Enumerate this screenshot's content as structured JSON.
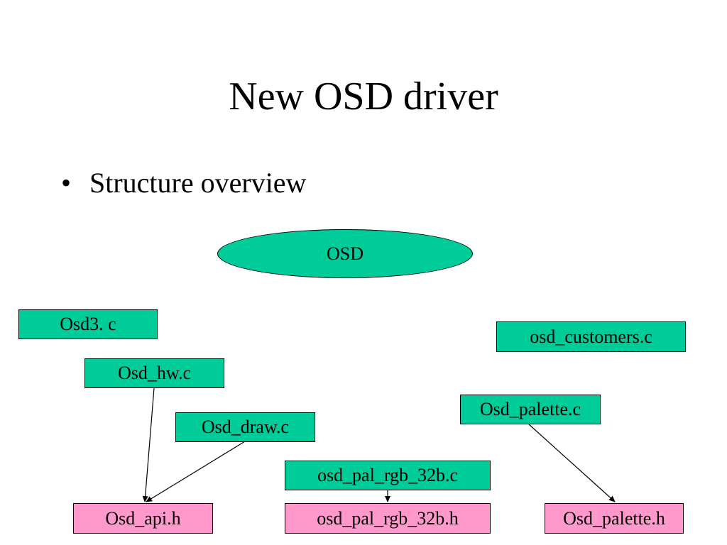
{
  "slide": {
    "title": "New OSD driver",
    "bullet": "Structure overview",
    "bullet_marker": "•"
  },
  "diagram": {
    "root": "OSD",
    "sources": {
      "osd3": "Osd3. c",
      "hw": "Osd_hw.c",
      "draw": "Osd_draw.c",
      "customers": "osd_customers.c",
      "palette": "Osd_palette.c",
      "pal_rgb": "osd_pal_rgb_32b.c"
    },
    "headers": {
      "api": "Osd_api.h",
      "pal_rgb": "osd_pal_rgb_32b.h",
      "palette": "Osd_palette.h"
    },
    "edges": [
      {
        "from": "Osd_hw.c",
        "to": "Osd_api.h"
      },
      {
        "from": "Osd_draw.c",
        "to": "Osd_api.h"
      },
      {
        "from": "osd_pal_rgb_32b.c",
        "to": "osd_pal_rgb_32b.h"
      },
      {
        "from": "Osd_palette.c",
        "to": "Osd_palette.h"
      }
    ],
    "colors": {
      "source_fill": "#00cc99",
      "header_fill": "#ff99cc",
      "stroke": "#000000"
    }
  }
}
